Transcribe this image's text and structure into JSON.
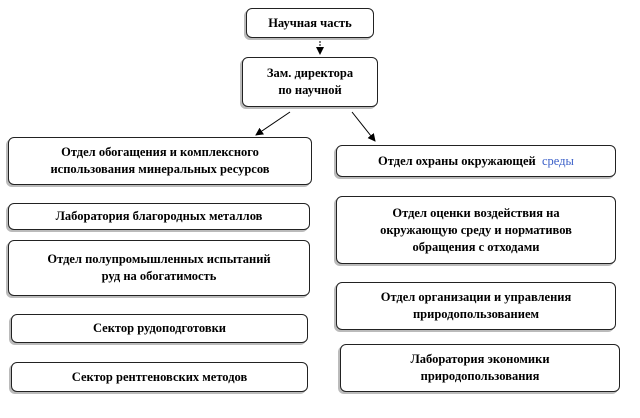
{
  "root": {
    "label": "Научная часть"
  },
  "deputy": {
    "line1": "Зам. директора",
    "line2": "по научной"
  },
  "left": [
    {
      "line1": "Отдел обогащения  и комплексного",
      "line2": "использования минеральных ресурсов"
    },
    {
      "line1": "Лаборатория благородных металлов"
    },
    {
      "line1": "Отдел полупромышленных испытаний",
      "line2": "руд на обогатимость"
    },
    {
      "line1": "Сектор рудоподготовки"
    },
    {
      "line1": "Сектор рентгеновских методов"
    }
  ],
  "right": [
    {
      "line1": "Отдел охраны окружающей",
      "highlight": "среды"
    },
    {
      "line1": "Отдел оценки воздействия на",
      "line2": "окружающую  среду и нормативов",
      "line3": "обращения с отходами"
    },
    {
      "line1": "Отдел организации и управления",
      "line2": "природопользованием"
    },
    {
      "line1": "Лаборатория экономики",
      "line2": "природопользования"
    }
  ]
}
